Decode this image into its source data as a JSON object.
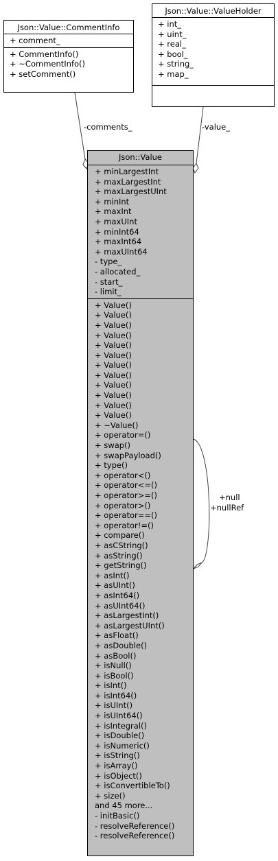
{
  "comment_info": {
    "title": "Json::Value::CommentInfo",
    "attributes": [
      "+ comment_"
    ],
    "methods": [
      "+ CommentInfo()",
      "+ ~CommentInfo()",
      "+ setComment()"
    ]
  },
  "value_holder": {
    "title": "Json::Value::ValueHolder",
    "attributes": [
      "+ int_",
      "+ uint_",
      "+ real_",
      "+ bool_",
      "+ string_",
      "+ map_"
    ],
    "methods": []
  },
  "value": {
    "title": "Json::Value",
    "attributes": [
      "+ minLargestInt",
      "+ maxLargestInt",
      "+ maxLargestUInt",
      "+ minInt",
      "+ maxInt",
      "+ maxUInt",
      "+ minInt64",
      "+ maxInt64",
      "+ maxUInt64",
      "- type_",
      "- allocated_",
      "- start_",
      "- limit_"
    ],
    "methods": [
      "+ Value()",
      "+ Value()",
      "+ Value()",
      "+ Value()",
      "+ Value()",
      "+ Value()",
      "+ Value()",
      "+ Value()",
      "+ Value()",
      "+ Value()",
      "+ Value()",
      "+ Value()",
      "+ ~Value()",
      "+ operator=()",
      "+ swap()",
      "+ swapPayload()",
      "+ type()",
      "+ operator<()",
      "+ operator<=()",
      "+ operator>=()",
      "+ operator>()",
      "+ operator==()",
      "+ operator!=()",
      "+ compare()",
      "+ asCString()",
      "+ asString()",
      "+ getString()",
      "+ asInt()",
      "+ asUInt()",
      "+ asInt64()",
      "+ asUInt64()",
      "+ asLargestInt()",
      "+ asLargestUInt()",
      "+ asFloat()",
      "+ asDouble()",
      "+ asBool()",
      "+ isNull()",
      "+ isBool()",
      "+ isInt()",
      "+ isInt64()",
      "+ isUInt()",
      "+ isUInt64()",
      "+ isIntegral()",
      "+ isDouble()",
      "+ isNumeric()",
      "+ isString()",
      "+ isArray()",
      "+ isObject()",
      "+ isConvertibleTo()",
      "+ size()",
      "and 45 more...",
      "- initBasic()",
      "- resolveReference()",
      "- resolveReference()"
    ]
  },
  "edges": {
    "comments_label": "-comments_",
    "value_label": "-value_",
    "null_label": "+null",
    "nullref_label": "+nullRef"
  },
  "colors": {
    "value_fill": "#bfbfbf",
    "box_fill": "#ffffff",
    "line": "#404040"
  }
}
